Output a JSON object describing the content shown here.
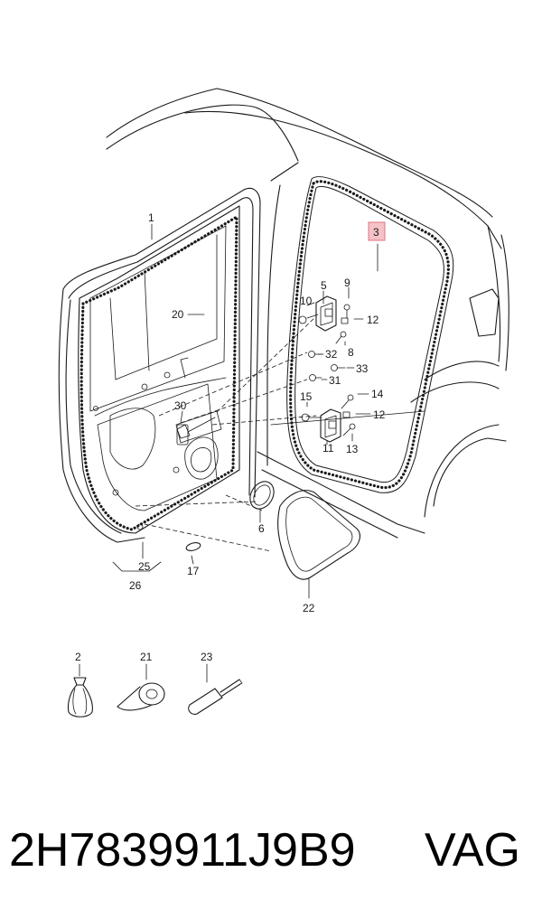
{
  "diagram": {
    "callouts": [
      "1",
      "2",
      "3",
      "5",
      "6",
      "8",
      "9",
      "10",
      "11",
      "12",
      "12",
      "13",
      "14",
      "15",
      "17",
      "20",
      "21",
      "22",
      "23",
      "25",
      "26",
      "30",
      "31",
      "32",
      "33"
    ],
    "highlight_color": "#f5c2c7",
    "highlight_border": "#e0737f"
  },
  "footer": {
    "part_number": "2H7839911J9B9",
    "brand": "VAG"
  }
}
